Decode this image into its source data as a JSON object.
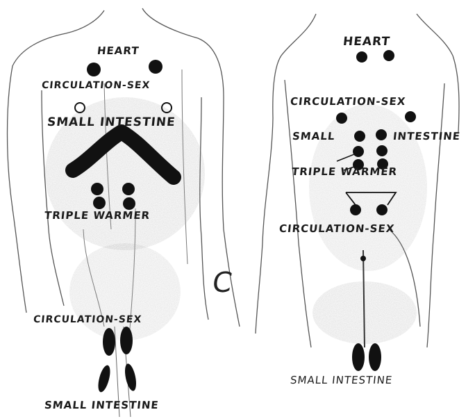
{
  "left_figure": {
    "labels": {
      "heart": "HEART",
      "circulation_sex_top": "CIRCULATION-SEX",
      "small_intestine_top": "SMALL INTESTINE",
      "triple_warmer": "TRIPLE WARMER",
      "circulation_sex_bottom": "CIRCULATION-SEX",
      "small_intestine_bottom": "SMALL INTESTINE"
    }
  },
  "right_figure": {
    "labels": {
      "heart": "HEART",
      "circulation_sex_top": "CIRCULATION-SEX",
      "small_left": "SMALL",
      "intestine_right": "INTESTINE",
      "triple_warmer": "TRIPLE WARMER",
      "circulation_sex_bottom": "CIRCULATION-SEX",
      "small_intestine_bottom": "SMALL INTESTINE"
    }
  },
  "panel_letter": "C",
  "colors": {
    "ink": "#1a1a1a",
    "point": "#111111",
    "outline": "#555555",
    "shading": "#9a9a9a"
  }
}
